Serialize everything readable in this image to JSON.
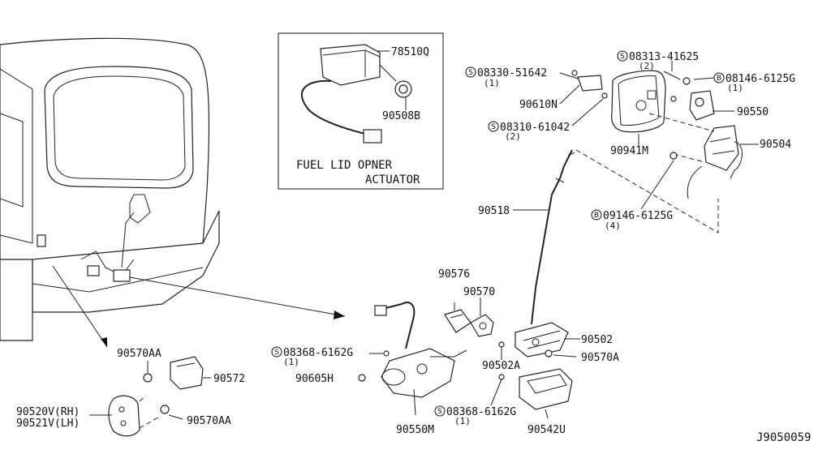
{
  "inset": {
    "caption_line1": "FUEL LID OPNER",
    "caption_line2": "ACTUATOR",
    "part_actuator": "78510Q",
    "part_seal": "90508B"
  },
  "labels": {
    "p_08330": "08330-51642",
    "p_08330_qty": "(1)",
    "p_08313": "08313-41625",
    "p_08313_qty": "(2)",
    "p_08146_top": "08146-6125G",
    "p_08146_top_qty": "(1)",
    "p_90610N": "90610N",
    "p_90550": "90550",
    "p_08310": "08310-61042",
    "p_08310_qty": "(2)",
    "p_90941M": "90941M",
    "p_90504": "90504",
    "p_90518": "90518",
    "p_09146": "09146-6125G",
    "p_09146_qty": "(4)",
    "p_90576": "90576",
    "p_90570": "90570",
    "p_90502": "90502",
    "p_08368_a": "08368-6162G",
    "p_08368_a_qty": "(1)",
    "p_90502A": "90502A",
    "p_90570A": "90570A",
    "p_90605H": "90605H",
    "p_08368_b": "08368-6162G",
    "p_08368_b_qty": "(1)",
    "p_90550M": "90550M",
    "p_90542U": "90542U",
    "p_90570AA_top": "90570AA",
    "p_90572": "90572",
    "p_90520V": "90520V(RH)",
    "p_90521V": "90521V(LH)",
    "p_90570AA_bot": "90570AA",
    "diagram_code": "J9050059"
  },
  "badges": {
    "screw": "S",
    "bolt": "B"
  }
}
